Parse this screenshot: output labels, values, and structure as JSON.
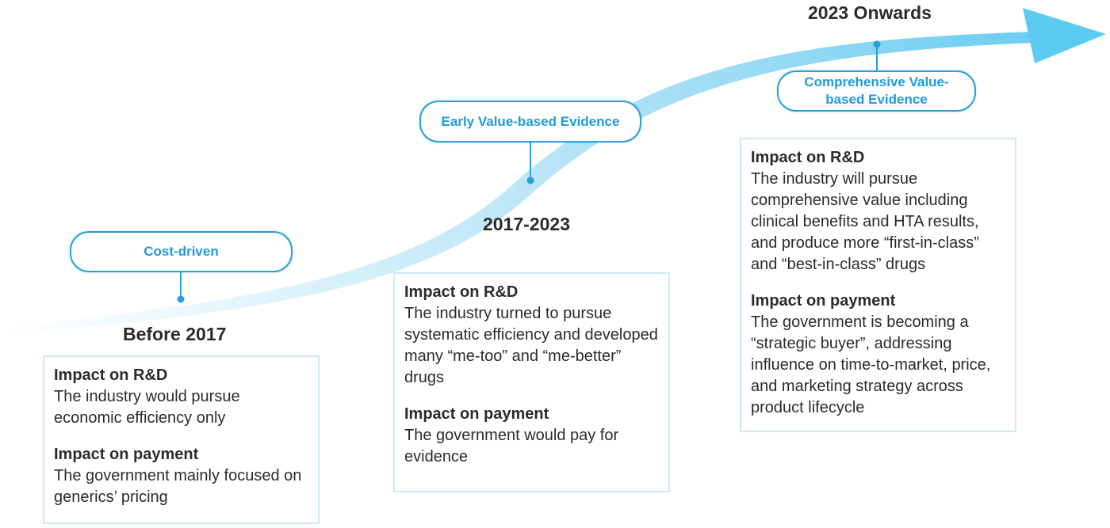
{
  "accent": "#2aa0d6",
  "stages": [
    {
      "label": "Cost-driven",
      "era": "Before 2017",
      "rd_heading": "Impact on R&D",
      "rd_text": "The industry would pursue economic efficiency only",
      "payment_heading": "Impact on payment",
      "payment_text": "The government mainly focused on generics’ pricing"
    },
    {
      "label": "Early Value-based Evidence",
      "era": "2017-2023",
      "rd_heading": "Impact on R&D",
      "rd_text": "The industry turned to pursue systematic efficiency and developed many “me-too” and “me-better” drugs",
      "payment_heading": "Impact on payment",
      "payment_text": "The government would pay for evidence"
    },
    {
      "label": "Comprehensive Value-based Evidence",
      "era": "2023 Onwards",
      "rd_heading": "Impact on R&D",
      "rd_text": "The industry will pursue comprehensive value including clinical benefits and HTA results, and produce more “first-in-class” and “best-in-class” drugs",
      "payment_heading": "Impact on payment",
      "payment_text": "The government is becoming a “strategic buyer”, addressing influence on time-to-market, price, and marketing strategy across product lifecycle"
    }
  ]
}
